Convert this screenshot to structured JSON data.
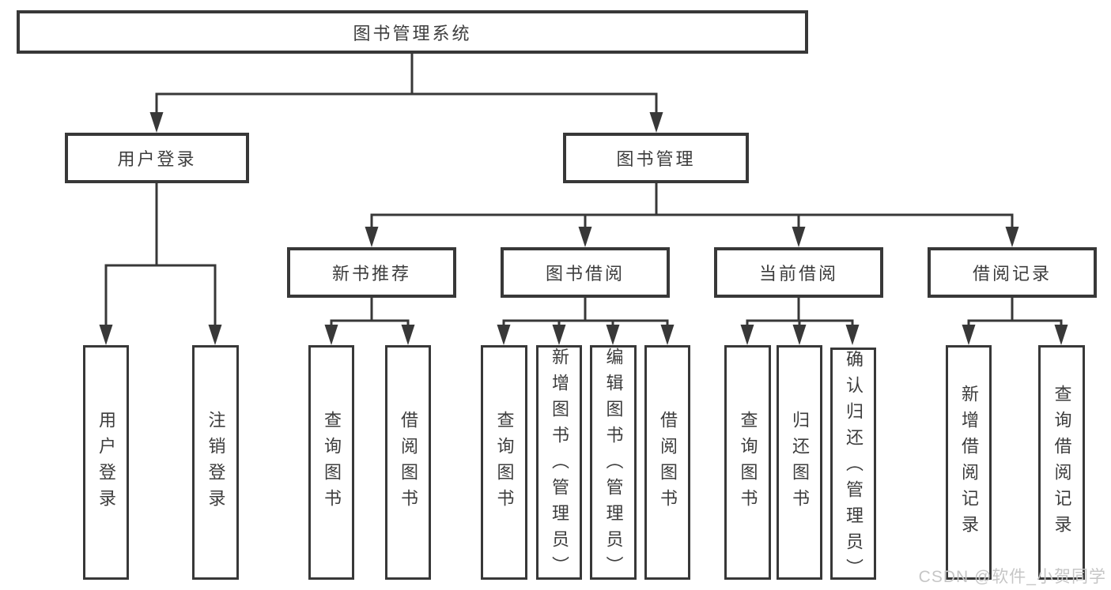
{
  "diagram": {
    "root": "图书管理系统",
    "branches": {
      "user_login": "用户登录",
      "book_management": "图书管理"
    },
    "sections": {
      "new_book_recommend": "新书推荐",
      "book_borrowing": "图书借阅",
      "current_borrowing": "当前借阅",
      "borrowing_records": "借阅记录"
    },
    "leaves": {
      "user_login": "用户登录",
      "logout": "注销登录",
      "rec_query_books": "查询图书",
      "rec_borrow_books": "借阅图书",
      "bb_query_books": "查询图书",
      "bb_add_books": "新增图书（管理员）",
      "bb_edit_books": "编辑图书（管理员）",
      "bb_borrow_books": "借阅图书",
      "cb_query_books": "查询图书",
      "cb_return_books": "归还图书",
      "cb_confirm_return": "确认归还（管理员）",
      "br_add_record": "新增借阅记录",
      "br_query_record": "查询借阅记录"
    }
  },
  "watermark": "CSDN @软件_小贺同学",
  "colors": {
    "line": "#383838",
    "text": "#3d3d3d",
    "background": "#ffffff",
    "watermark": "#c6c6c6"
  }
}
